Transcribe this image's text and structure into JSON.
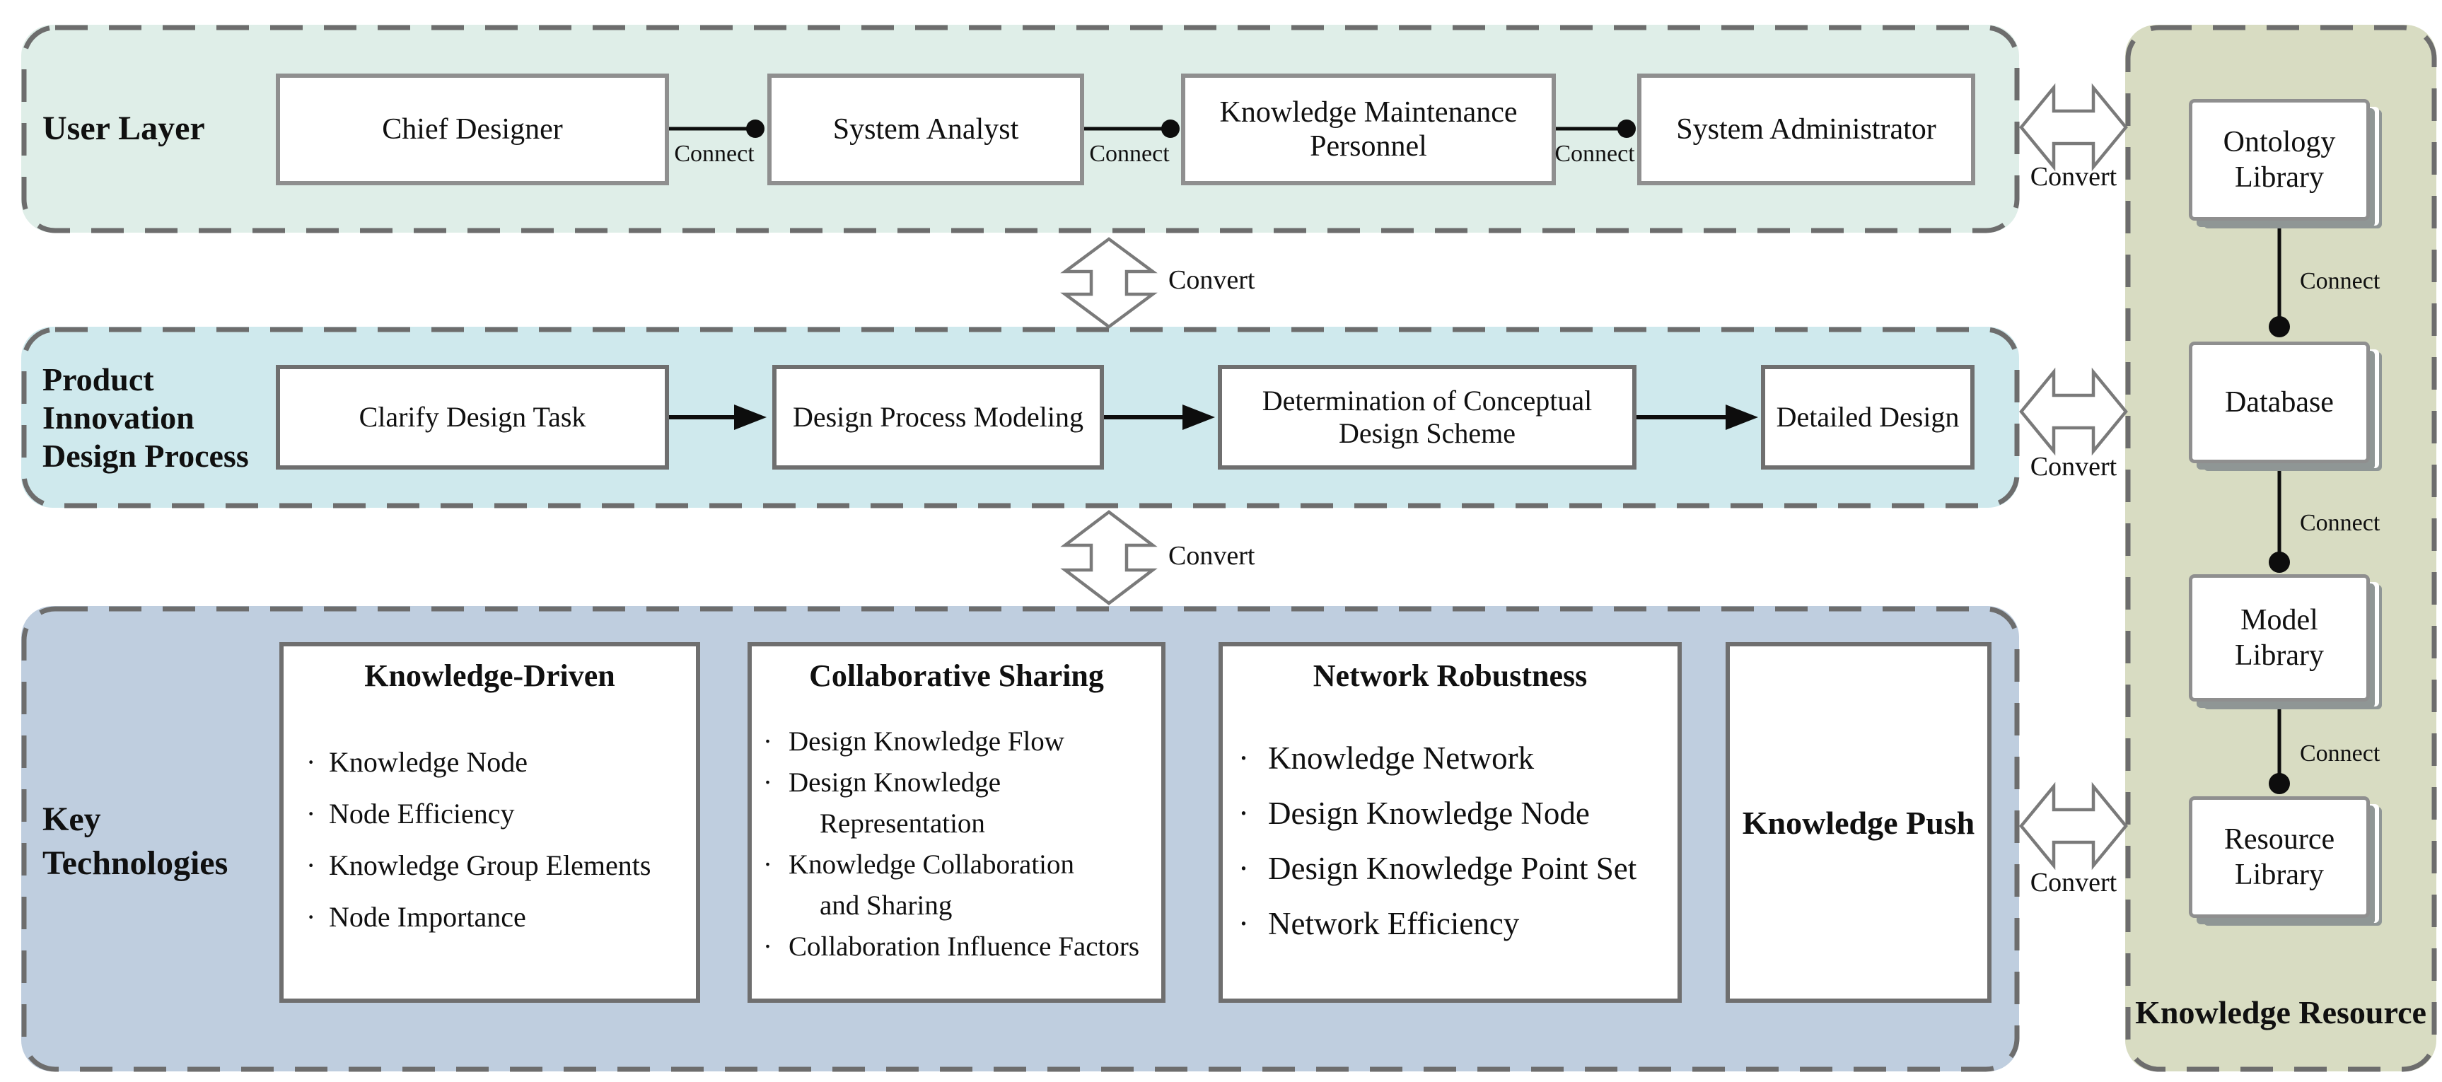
{
  "labels": {
    "connect": "Connect",
    "convert": "Convert",
    "bullet": "·"
  },
  "user_layer": {
    "title": "User Layer",
    "boxes": [
      "Chief Designer",
      "System Analyst",
      "Knowledge Maintenance Personnel",
      "System Administrator"
    ]
  },
  "process_layer": {
    "title_lines": [
      "Product",
      "Innovation",
      "Design Process"
    ],
    "boxes": [
      "Clarify Design Task",
      "Design Process Modeling",
      "Determination of Conceptual Design Scheme",
      "Detailed Design"
    ]
  },
  "keytech_layer": {
    "title_lines": [
      "Key",
      "Technologies"
    ],
    "cards": [
      {
        "title": "Knowledge-Driven",
        "items": [
          {
            "b": true,
            "t": "Knowledge Node"
          },
          {
            "b": true,
            "t": "Node Efficiency"
          },
          {
            "b": true,
            "t": "Knowledge Group Elements"
          },
          {
            "b": true,
            "t": "Node Importance"
          }
        ]
      },
      {
        "title": "Collaborative Sharing",
        "items": [
          {
            "b": true,
            "t": "Design Knowledge Flow"
          },
          {
            "b": true,
            "t": "Design Knowledge"
          },
          {
            "b": false,
            "t": "Representation"
          },
          {
            "b": true,
            "t": "Knowledge Collaboration"
          },
          {
            "b": false,
            "t": "and Sharing"
          },
          {
            "b": true,
            "t": "Collaboration Influence Factors"
          }
        ]
      },
      {
        "title": "Network Robustness",
        "items": [
          {
            "b": true,
            "t": "Knowledge Network"
          },
          {
            "b": true,
            "t": "Design Knowledge Node"
          },
          {
            "b": true,
            "t": "Design Knowledge Point Set"
          },
          {
            "b": true,
            "t": "Network Efficiency"
          }
        ]
      },
      {
        "title": "Knowledge Push",
        "items": []
      }
    ]
  },
  "resource_panel": {
    "title": "Knowledge Resource",
    "boxes": [
      "Ontology Library",
      "Database",
      "Model Library",
      "Resource Library"
    ]
  },
  "colors": {
    "user_bg": "#dfeee8",
    "process_bg": "#cfe9ed",
    "keytech_bg": "#bfcedf",
    "resource_bg": "#d8dcc2",
    "dash": "#6d6d6d",
    "box_border": "#8f8f8f",
    "card_border": "#6f6f6f",
    "line": "#0d0d0d",
    "convert_stroke": "#7a7a7a",
    "stack": "#8f9695",
    "text": "#101010"
  }
}
